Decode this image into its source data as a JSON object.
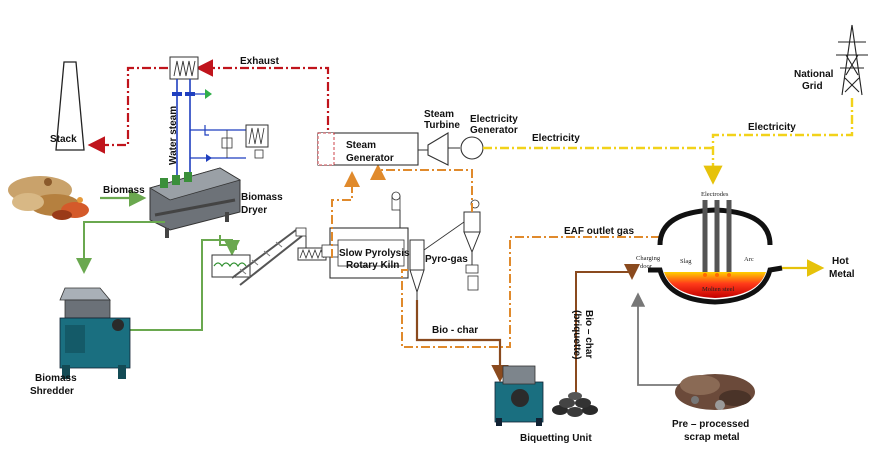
{
  "labels": {
    "stack": "Stack",
    "exhaust": "Exhaust",
    "water_steam": "Water steam",
    "biomass": "Biomass",
    "biomass_dryer_1": "Biomass",
    "biomass_dryer_2": "Dryer",
    "biomass_shredder_1": "Biomass",
    "biomass_shredder_2": "Shredder",
    "steam_generator_1": "Steam",
    "steam_generator_2": "Generator",
    "steam_turbine_1": "Steam",
    "steam_turbine_2": "Turbine",
    "electricity_generator_1": "Electricity",
    "electricity_generator_2": "Generator",
    "electricity_main": "Electricity",
    "electricity_grid": "Electricity",
    "national_grid_1": "National",
    "national_grid_2": "Grid",
    "kiln_1": "Slow Pyrolysis",
    "kiln_2": "Rotary Kiln",
    "pyro_gas": "Pyro-gas",
    "bio_char": "Bio - char",
    "bio_char_briquette_1": "Bio – char",
    "bio_char_briquette_2": "(briquette)",
    "eaf_outlet_gas": "EAF outlet gas",
    "electrodes": "Electrodes",
    "charging_door_1": "Charging",
    "charging_door_2": "door",
    "slag": "Slag",
    "arc": "Arc",
    "molten_steel": "Molten steel",
    "hot_metal_1": "Hot",
    "hot_metal_2": "Metal",
    "biquetting_unit": "Biquetting Unit",
    "scrap_1": "Pre – processed",
    "scrap_2": "scrap metal"
  },
  "colors": {
    "exhaust": "#c0141c",
    "electricity": "#f2d21a",
    "eaf_gas": "#e08a2c",
    "biochar": "#8a4a1e",
    "biomass_flow": "#6aa84f",
    "water_steam": "#1f3fbf",
    "scrap_flow": "#777777",
    "molten": "#e81e1e"
  }
}
